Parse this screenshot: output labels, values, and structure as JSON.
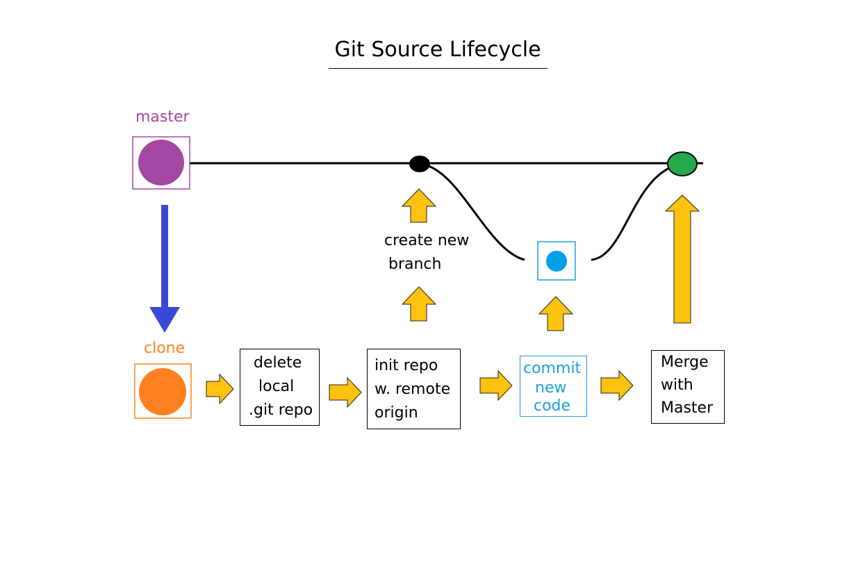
{
  "title": "Git Source Lifecycle",
  "labels": {
    "master": "master",
    "clone": "clone",
    "create_branch": [
      "create new",
      "branch"
    ]
  },
  "steps": [
    {
      "id": "delete",
      "lines": [
        "delete",
        "local",
        ".git repo"
      ],
      "color": "#000000"
    },
    {
      "id": "init",
      "lines": [
        "init repo",
        "w. remote",
        "origin"
      ],
      "color": "#000000"
    },
    {
      "id": "commit",
      "lines": [
        "commit",
        "new",
        "code"
      ],
      "color": "#1a9fe0"
    },
    {
      "id": "merge",
      "lines": [
        "Merge",
        "with",
        "Master"
      ],
      "color": "#000000"
    }
  ],
  "colors": {
    "master": "#a347a3",
    "clone": "#ff8020",
    "commit": "#00a0e8",
    "merged": "#22aa4a",
    "branch_point": "#000000",
    "arrow_fill": "#ffc20e",
    "down_arrow": "#3b48d4"
  }
}
